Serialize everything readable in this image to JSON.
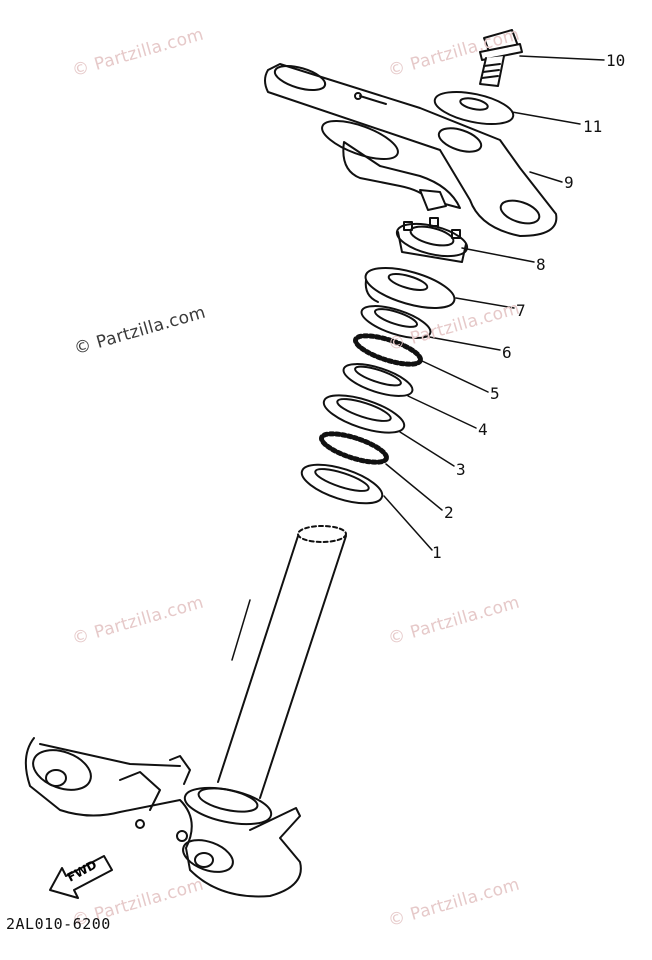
{
  "diagram": {
    "watermark": "© Partzilla.com",
    "drawing_code": "2AL010-6200",
    "direction_label": "FWD",
    "callouts": [
      "1",
      "2",
      "3",
      "4",
      "5",
      "6",
      "7",
      "8",
      "9",
      "10",
      "11"
    ]
  }
}
